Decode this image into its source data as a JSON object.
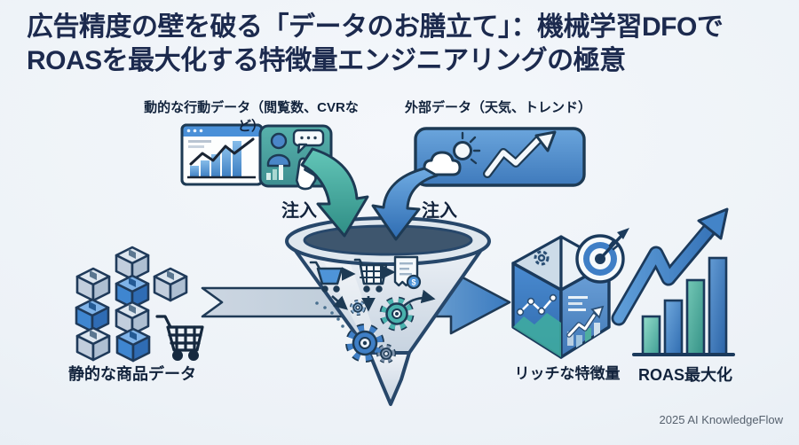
{
  "title": {
    "line1": "広告精度の壁を破る「データのお膳立て」：機械学習DFOで",
    "line2": "ROASを最大化する特徴量エンジニアリングの極意"
  },
  "labels": {
    "behavior_data": "動的な行動データ（閲覧数、CVRなど）",
    "external_data": "外部データ（天気、トレンド）",
    "inject_left": "注入",
    "inject_right": "注入",
    "static_product_data": "静的な商品データ",
    "rich_features": "リッチな特徴量",
    "roas_max": "ROAS最大化"
  },
  "footer": {
    "credit": "2025 AI KnowledgeFlow"
  },
  "icons": {
    "dollar_glyph": "$",
    "names": [
      "browser-analytics-icon",
      "user-activity-icon",
      "speech-bubble-icon",
      "cursor-hand-icon",
      "mini-bars-icon",
      "weather-sun-cloud-icon",
      "trend-up-icon",
      "injection-arrow-teal",
      "injection-arrow-blue",
      "funnel-icon",
      "cart-empty-icon",
      "cart-full-icon",
      "receipt-dollar-icon",
      "gear-icon",
      "dotted-trail",
      "product-boxes-icon",
      "shopping-cart-icon",
      "flow-arrow",
      "feature-cube-icon",
      "target-dart-icon",
      "growth-arrow-icon",
      "roas-bar-chart-icon"
    ]
  },
  "colors": {
    "background": "#edf2f7",
    "title_text": "#1c2a4e",
    "label_text": "#12233c",
    "accent_blue": "#3f7fc6",
    "accent_teal": "#49b2ad",
    "dark_outline": "#1d3a54",
    "funnel_body": "#dde6ee",
    "footer_text": "#56616e"
  }
}
